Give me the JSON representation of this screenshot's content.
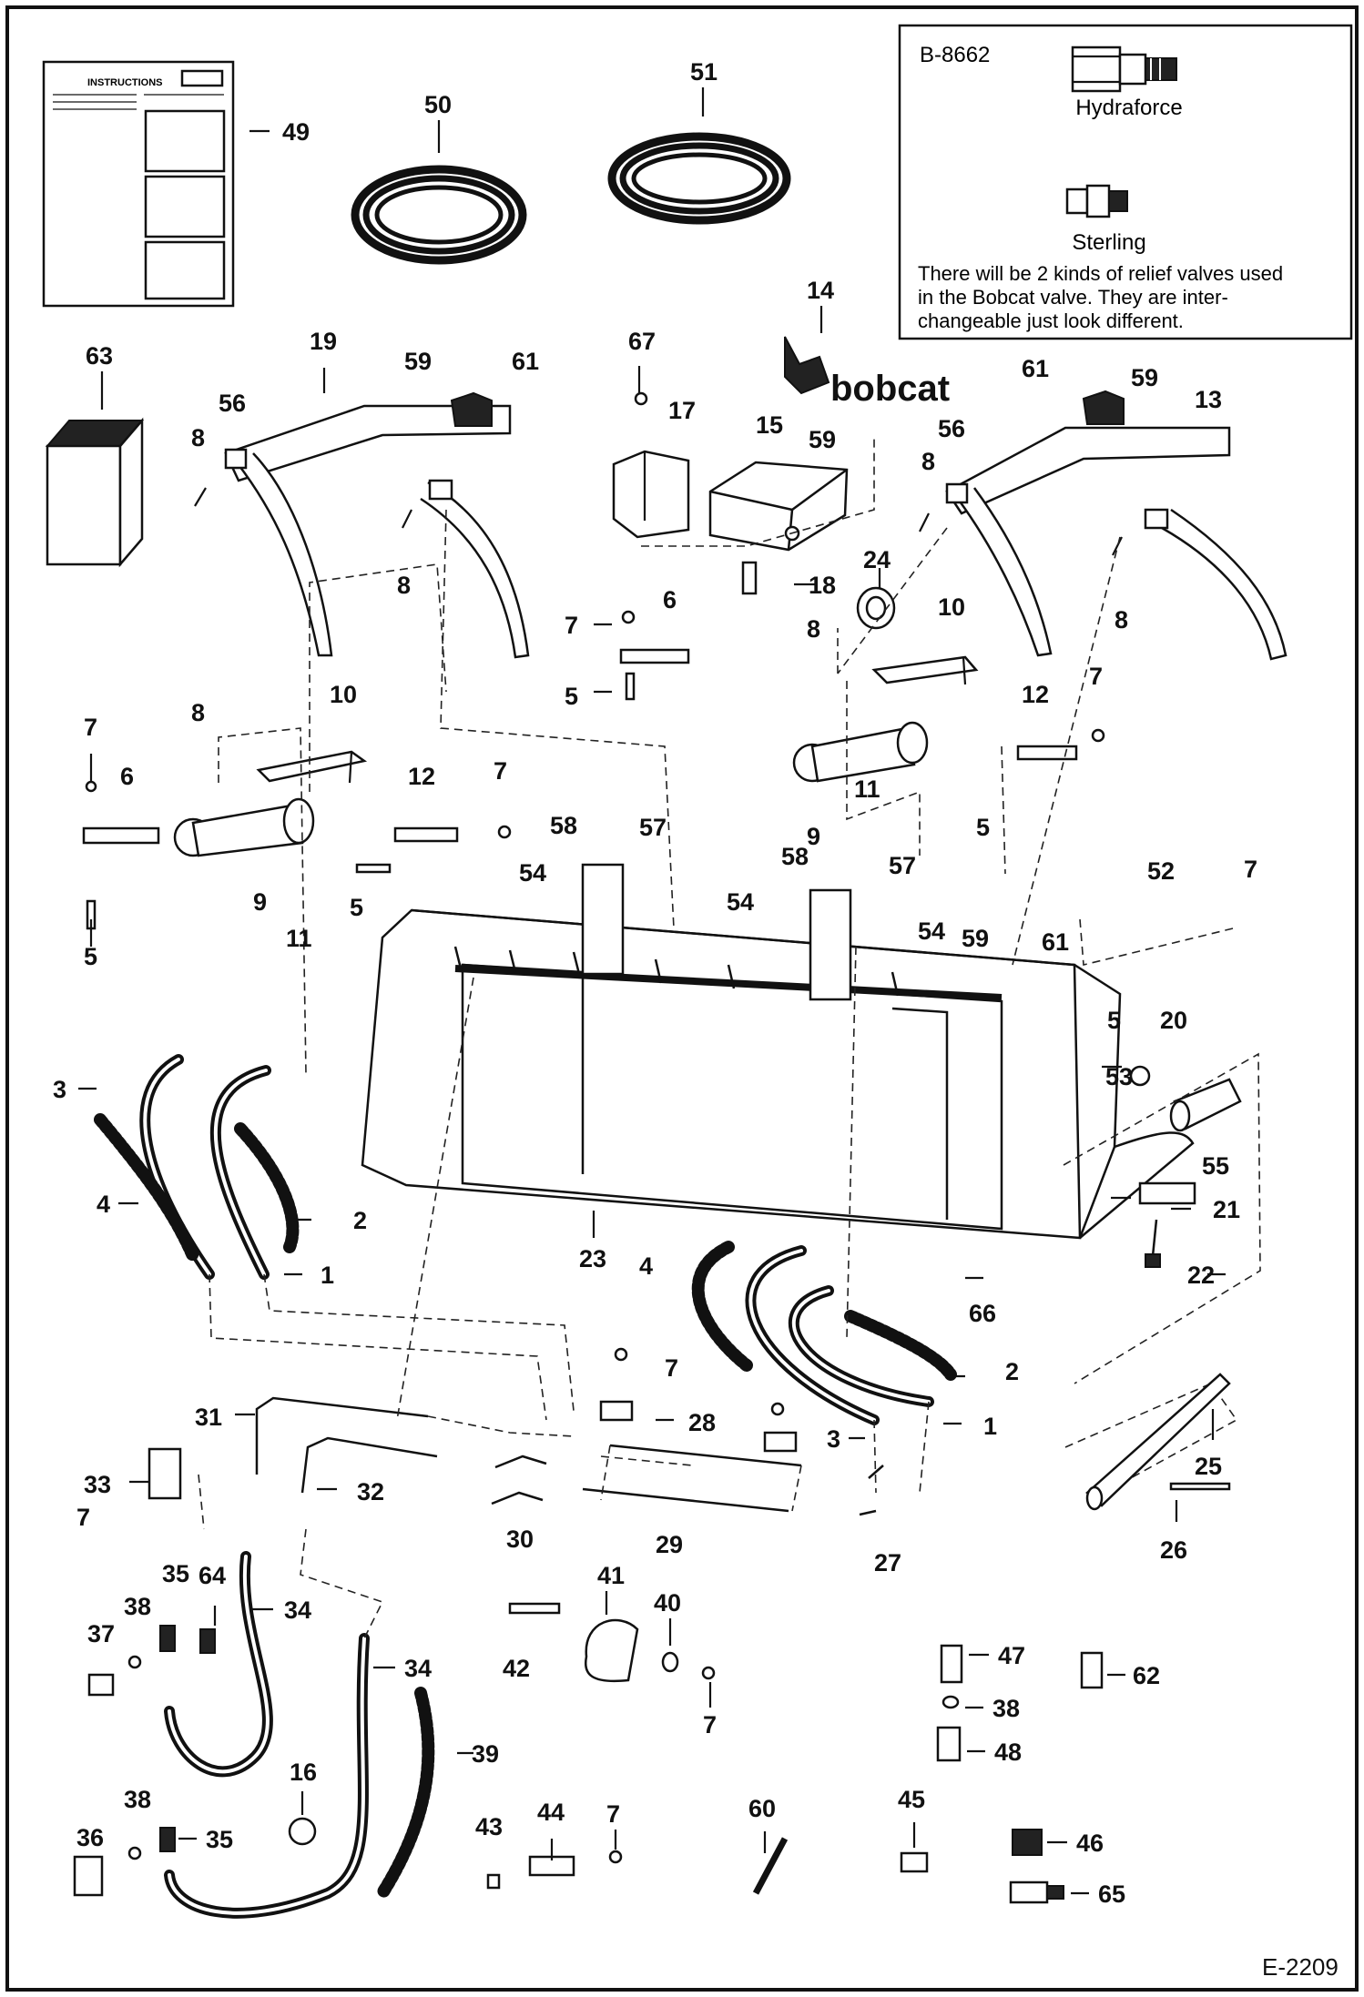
{
  "drawing": {
    "code": "E-2209"
  },
  "inset": {
    "title": "B-8662",
    "valve_a": "Hydraforce",
    "valve_b": "Sterling",
    "note_line1": "There will be 2 kinds of relief valves used",
    "note_line2": "in the Bobcat valve.  They are inter-",
    "note_line3": "changeable just look different."
  },
  "instructions": {
    "title": "INSTRUCTIONS"
  },
  "logo": {
    "text": "bobcat"
  },
  "callouts": [
    {
      "id": "c49",
      "label": "49"
    },
    {
      "id": "c50",
      "label": "50"
    },
    {
      "id": "c51",
      "label": "51"
    },
    {
      "id": "c14",
      "label": "14"
    },
    {
      "id": "c63",
      "label": "63"
    },
    {
      "id": "c19",
      "label": "19"
    },
    {
      "id": "c59a",
      "label": "59"
    },
    {
      "id": "c61a",
      "label": "61"
    },
    {
      "id": "c56a",
      "label": "56"
    },
    {
      "id": "c8a",
      "label": "8"
    },
    {
      "id": "c8b",
      "label": "8"
    },
    {
      "id": "c67",
      "label": "67"
    },
    {
      "id": "c17",
      "label": "17"
    },
    {
      "id": "c15",
      "label": "15"
    },
    {
      "id": "c59b",
      "label": "59"
    },
    {
      "id": "c18",
      "label": "18"
    },
    {
      "id": "c61b",
      "label": "61"
    },
    {
      "id": "c59c",
      "label": "59"
    },
    {
      "id": "c13",
      "label": "13"
    },
    {
      "id": "c56b",
      "label": "56"
    },
    {
      "id": "c8c",
      "label": "8"
    },
    {
      "id": "c8d",
      "label": "8"
    },
    {
      "id": "c24",
      "label": "24"
    },
    {
      "id": "c7a",
      "label": "7"
    },
    {
      "id": "c6a",
      "label": "6"
    },
    {
      "id": "c5a",
      "label": "5"
    },
    {
      "id": "c8e",
      "label": "8"
    },
    {
      "id": "c10a",
      "label": "10"
    },
    {
      "id": "c12a",
      "label": "12"
    },
    {
      "id": "c7b",
      "label": "7"
    },
    {
      "id": "c11a",
      "label": "11"
    },
    {
      "id": "c9a",
      "label": "9"
    },
    {
      "id": "c5b",
      "label": "5"
    },
    {
      "id": "c10b",
      "label": "10"
    },
    {
      "id": "c8f",
      "label": "8"
    },
    {
      "id": "c7c",
      "label": "7"
    },
    {
      "id": "c6b",
      "label": "6"
    },
    {
      "id": "c12b",
      "label": "12"
    },
    {
      "id": "c7d",
      "label": "7"
    },
    {
      "id": "c9b",
      "label": "9"
    },
    {
      "id": "c11b",
      "label": "11"
    },
    {
      "id": "c5c",
      "label": "5"
    },
    {
      "id": "c5d",
      "label": "5"
    },
    {
      "id": "c58a",
      "label": "58"
    },
    {
      "id": "c57a",
      "label": "57"
    },
    {
      "id": "c58b",
      "label": "58"
    },
    {
      "id": "c57b",
      "label": "57"
    },
    {
      "id": "c54a",
      "label": "54"
    },
    {
      "id": "c54b",
      "label": "54"
    },
    {
      "id": "c54c",
      "label": "54"
    },
    {
      "id": "c59d",
      "label": "59"
    },
    {
      "id": "c61c",
      "label": "61"
    },
    {
      "id": "c52",
      "label": "52"
    },
    {
      "id": "c7e",
      "label": "7"
    },
    {
      "id": "c5e",
      "label": "5"
    },
    {
      "id": "c20",
      "label": "20"
    },
    {
      "id": "c53",
      "label": "53"
    },
    {
      "id": "c55",
      "label": "55"
    },
    {
      "id": "c21",
      "label": "21"
    },
    {
      "id": "c22",
      "label": "22"
    },
    {
      "id": "c3a",
      "label": "3"
    },
    {
      "id": "c4a",
      "label": "4"
    },
    {
      "id": "c2a",
      "label": "2"
    },
    {
      "id": "c1a",
      "label": "1"
    },
    {
      "id": "c23",
      "label": "23"
    },
    {
      "id": "c4b",
      "label": "4"
    },
    {
      "id": "c66",
      "label": "66"
    },
    {
      "id": "c2b",
      "label": "2"
    },
    {
      "id": "c1b",
      "label": "1"
    },
    {
      "id": "c3b",
      "label": "3"
    },
    {
      "id": "c7f",
      "label": "7"
    },
    {
      "id": "c28",
      "label": "28"
    },
    {
      "id": "c31",
      "label": "31"
    },
    {
      "id": "c33",
      "label": "33"
    },
    {
      "id": "c7g",
      "label": "7"
    },
    {
      "id": "c32",
      "label": "32"
    },
    {
      "id": "c30",
      "label": "30"
    },
    {
      "id": "c29",
      "label": "29"
    },
    {
      "id": "c27",
      "label": "27"
    },
    {
      "id": "c25",
      "label": "25"
    },
    {
      "id": "c26",
      "label": "26"
    },
    {
      "id": "c35a",
      "label": "35"
    },
    {
      "id": "c64",
      "label": "64"
    },
    {
      "id": "c34a",
      "label": "34"
    },
    {
      "id": "c38a",
      "label": "38"
    },
    {
      "id": "c37",
      "label": "37"
    },
    {
      "id": "c34b",
      "label": "34"
    },
    {
      "id": "c41",
      "label": "41"
    },
    {
      "id": "c40",
      "label": "40"
    },
    {
      "id": "c42",
      "label": "42"
    },
    {
      "id": "c7h",
      "label": "7"
    },
    {
      "id": "c47",
      "label": "47"
    },
    {
      "id": "c38b",
      "label": "38"
    },
    {
      "id": "c48",
      "label": "48"
    },
    {
      "id": "c62",
      "label": "62"
    },
    {
      "id": "c39",
      "label": "39"
    },
    {
      "id": "c16",
      "label": "16"
    },
    {
      "id": "c38c",
      "label": "38"
    },
    {
      "id": "c36",
      "label": "36"
    },
    {
      "id": "c35b",
      "label": "35"
    },
    {
      "id": "c43",
      "label": "43"
    },
    {
      "id": "c44",
      "label": "44"
    },
    {
      "id": "c7i",
      "label": "7"
    },
    {
      "id": "c60",
      "label": "60"
    },
    {
      "id": "c45",
      "label": "45"
    },
    {
      "id": "c46",
      "label": "46"
    },
    {
      "id": "c65",
      "label": "65"
    }
  ]
}
